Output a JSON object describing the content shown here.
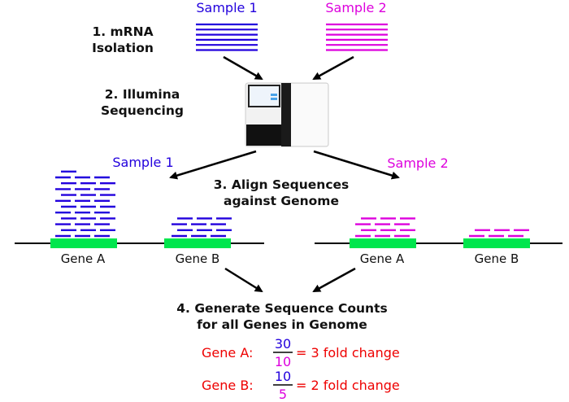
{
  "samples": {
    "s1_label": "Sample 1",
    "s2_label": "Sample 2"
  },
  "steps": {
    "step1_l1": "1. mRNA",
    "step1_l2": "Isolation",
    "step2_l1": "2. Illumina",
    "step2_l2": "Sequencing",
    "step3_l1": "3. Align Sequences",
    "step3_l2": "against Genome",
    "step4_l1": "4. Generate Sequence Counts",
    "step4_l2": "for all Genes in Genome"
  },
  "genes": {
    "gene_a": "Gene A",
    "gene_b": "Gene B"
  },
  "results": [
    {
      "label": "Gene A:",
      "num": "30",
      "den": "10",
      "text": "= 3 fold change"
    },
    {
      "label": "Gene B:",
      "num": "10",
      "den": "5",
      "text": "= 2 fold change"
    }
  ],
  "read_rows": {
    "s1_geneA": 12,
    "s1_geneB": 4,
    "s2_geneA": 4,
    "s2_geneB": 2
  },
  "colors": {
    "sample1": "#2200dd",
    "sample2": "#dd00dd",
    "gene": "#00e64d",
    "result": "#ee0000"
  }
}
